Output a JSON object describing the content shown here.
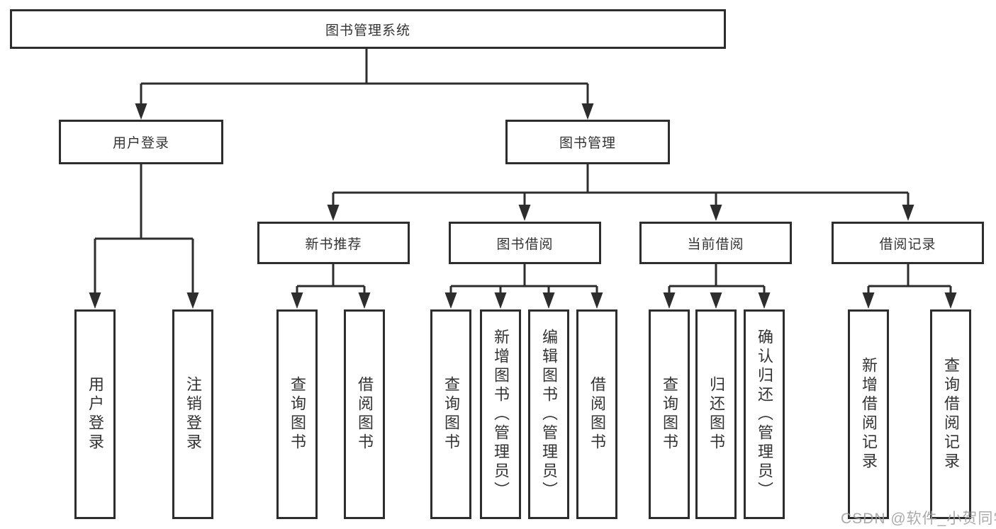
{
  "diagram": {
    "root": {
      "label": "图书管理系统"
    },
    "level2": [
      {
        "label": "用户登录"
      },
      {
        "label": "图书管理"
      }
    ],
    "level3": [
      {
        "label": "新书推荐"
      },
      {
        "label": "图书借阅"
      },
      {
        "label": "当前借阅"
      },
      {
        "label": "借阅记录"
      }
    ],
    "leaves": {
      "user_login": [
        {
          "label": "用户登录"
        },
        {
          "label": "注销登录"
        }
      ],
      "new_book": [
        {
          "label": "查询图书"
        },
        {
          "label": "借阅图书"
        }
      ],
      "borrow": [
        {
          "label": "查询图书"
        },
        {
          "label": "新增图书（管理员）"
        },
        {
          "label": "编辑图书（管理员）"
        },
        {
          "label": "借阅图书"
        }
      ],
      "current": [
        {
          "label": "查询图书"
        },
        {
          "label": "归还图书"
        },
        {
          "label": "确认归还（管理员）"
        }
      ],
      "records": [
        {
          "label": "新增借阅记录"
        },
        {
          "label": "查询借阅记录"
        }
      ]
    },
    "watermark": "CSDN @软件_小贺同学",
    "colors": {
      "line": "#2d2d2d",
      "text": "#333333",
      "watermark": "#9e9e9e",
      "background": "#ffffff"
    }
  }
}
